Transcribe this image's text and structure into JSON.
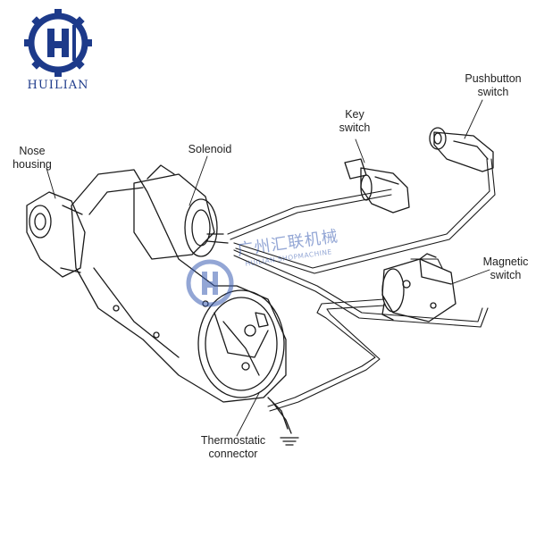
{
  "brand": {
    "name": "HUILIAN",
    "color": "#1d3a8a"
  },
  "watermark": {
    "text": "广州汇联机械",
    "subtext": "HUILIAN SHOPMACHINE"
  },
  "labels": {
    "nose_housing": "Nose\nhousing",
    "solenoid": "Solenoid",
    "key_switch": "Key\nswitch",
    "pushbutton_switch": "Pushbutton\nswitch",
    "magnetic_switch": "Magnetic\nswitch",
    "thermostatic_connector": "Thermostatic\nconnector"
  },
  "icons": [
    "huilian-logo-icon",
    "ground-icon"
  ]
}
